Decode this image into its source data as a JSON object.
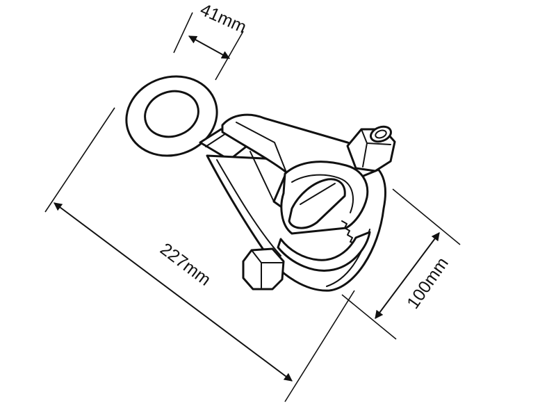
{
  "dimensions": {
    "width_label": "41mm",
    "length_label": "227mm",
    "height_label": "100mm"
  },
  "colors": {
    "line": "#111111",
    "background": "#ffffff"
  }
}
